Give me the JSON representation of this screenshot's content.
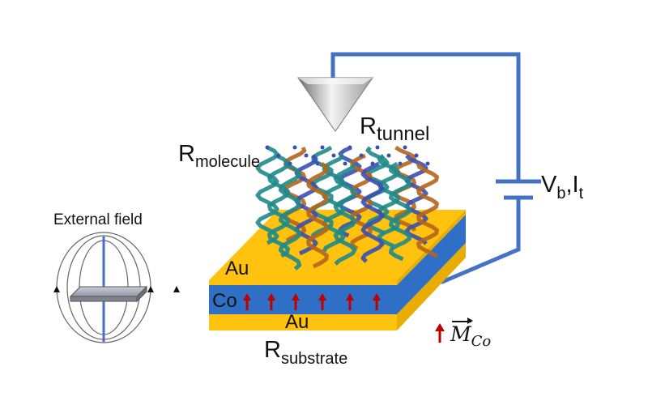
{
  "labels": {
    "tunnel": {
      "main": "R",
      "sub": "tunnel"
    },
    "molecule": {
      "main": "R",
      "sub": "molecule"
    },
    "substrate": {
      "main": "R",
      "sub": "substrate"
    },
    "bias": {
      "v": "V",
      "vsub": "b",
      "sep": ",I",
      "isub": "t"
    },
    "au_top": "Au",
    "au_bottom": "Au",
    "co": "Co",
    "external_field": "External field",
    "magnetization": {
      "main": "M",
      "sub": "Co"
    }
  },
  "colors": {
    "wire": "#4472c4",
    "gold": "#ffc20e",
    "gold_side": "#e8ad00",
    "cobalt": "#2f6fc6",
    "cobalt_side": "#255aa8",
    "arrow": "#c00000",
    "helix_teal": "#1f8a8a",
    "helix_brown": "#b5651d",
    "helix_blue": "#3b4fb0"
  },
  "icons": [
    "stm-tip-icon",
    "battery-icon",
    "bar-magnet-icon",
    "magnetization-arrow-icon"
  ]
}
